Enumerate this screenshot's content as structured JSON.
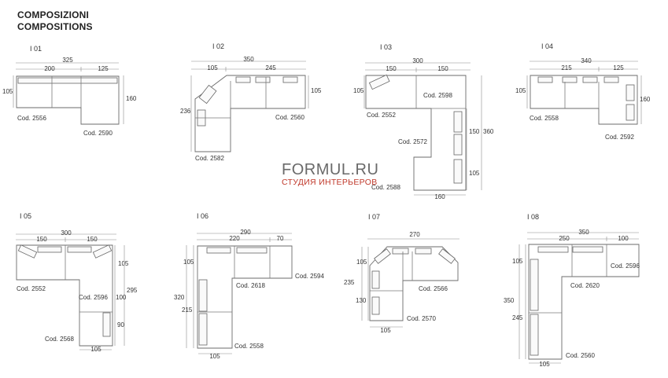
{
  "header": {
    "line1": "COMPOSIZIONI",
    "line2": "COMPOSITIONS"
  },
  "watermark": {
    "brand": "FORMUL.RU",
    "subtitle": "СТУДИЯ ИНТЕРЬЕРОВ",
    "subtitle_color": "#c0392b"
  },
  "compositions": [
    {
      "id": "I 01",
      "dims": [
        "325",
        "200",
        "125",
        "105",
        "160"
      ],
      "codes": [
        "Cod. 2556",
        "Cod. 2590"
      ]
    },
    {
      "id": "I 02",
      "dims": [
        "350",
        "105",
        "245",
        "105",
        "236"
      ],
      "codes": [
        "Cod. 2560",
        "Cod. 2582"
      ]
    },
    {
      "id": "I 03",
      "dims": [
        "300",
        "150",
        "150",
        "105",
        "150",
        "360",
        "105",
        "160"
      ],
      "codes": [
        "Cod. 2598",
        "Cod. 2552",
        "Cod. 2572",
        "Cod. 2588"
      ]
    },
    {
      "id": "I 04",
      "dims": [
        "340",
        "215",
        "125",
        "105",
        "160"
      ],
      "codes": [
        "Cod. 2558",
        "Cod. 2592"
      ]
    },
    {
      "id": "I 05",
      "dims": [
        "300",
        "150",
        "150",
        "105",
        "295",
        "100",
        "90",
        "105"
      ],
      "codes": [
        "Cod. 2552",
        "Cod. 2596",
        "Cod. 2568"
      ]
    },
    {
      "id": "I 06",
      "dims": [
        "290",
        "220",
        "70",
        "105",
        "320",
        "215",
        "105"
      ],
      "codes": [
        "Cod. 2618",
        "Cod. 2594",
        "Cod. 2558"
      ]
    },
    {
      "id": "I 07",
      "dims": [
        "270",
        "105",
        "235",
        "130",
        "105"
      ],
      "codes": [
        "Cod. 2566",
        "Cod. 2570"
      ]
    },
    {
      "id": "I 08",
      "dims": [
        "350",
        "250",
        "100",
        "105",
        "350",
        "245",
        "105"
      ],
      "codes": [
        "Cod. 2620",
        "Cod. 2596",
        "Cod. 2560"
      ]
    }
  ]
}
